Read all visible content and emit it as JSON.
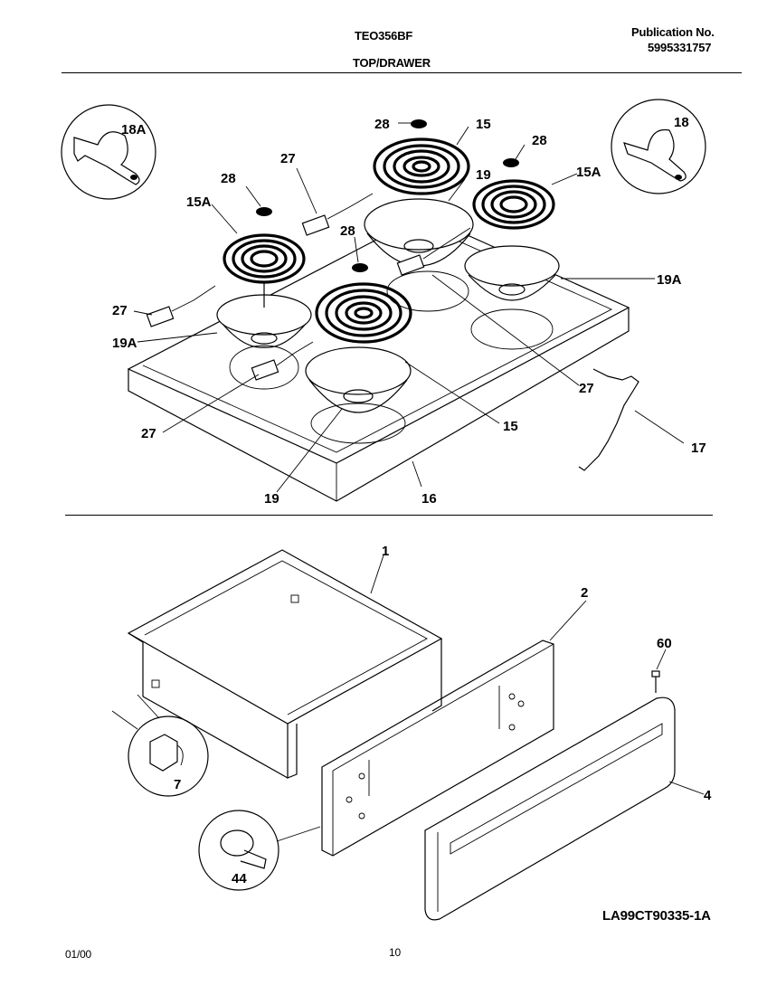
{
  "header": {
    "model": "TEO356BF",
    "section": "TOP/DRAWER",
    "publication_label": "Publication No.",
    "publication_number": "5995331757"
  },
  "callouts": {
    "c18A": "18A",
    "c18": "18",
    "c28a": "28",
    "c28b": "28",
    "c28c": "28",
    "c28d": "28",
    "c15a": "15",
    "c15b": "15",
    "c15Aa": "15A",
    "c15Ab": "15A",
    "c19a": "19",
    "c19b": "19",
    "c19Aa": "19A",
    "c19Ab": "19A",
    "c27a": "27",
    "c27b": "27",
    "c27c": "27",
    "c27d": "27",
    "c17": "17",
    "c16": "16",
    "c1": "1",
    "c2": "2",
    "c60": "60",
    "c4": "4",
    "c7": "7",
    "c44": "44"
  },
  "footer": {
    "drawing_code": "LA99CT90335-1A",
    "date": "01/00",
    "page": "10"
  }
}
